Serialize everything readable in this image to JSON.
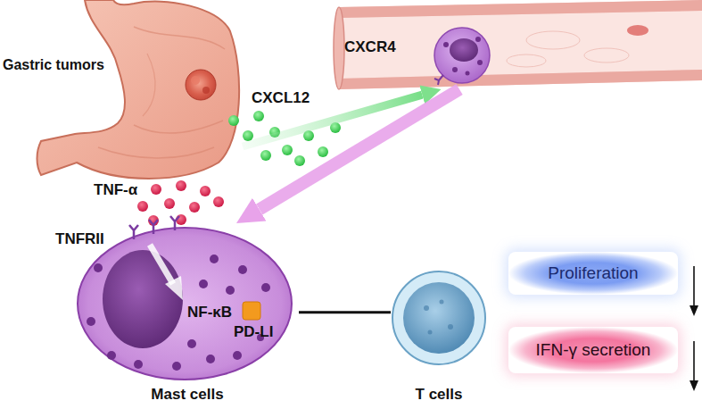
{
  "diagram": {
    "nodes": [
      {
        "text": [
          "Gastric tumors"
        ]
      },
      {
        "text": [
          "CXCR4"
        ]
      },
      {
        "text": [
          "Mast cells",
          "NF-κB",
          "PD-LI"
        ]
      },
      {
        "text": [
          "T cells"
        ]
      },
      {
        "text": [
          "Proliferation"
        ]
      },
      {
        "text": [
          "IFN-γ secretion"
        ]
      }
    ],
    "edges": [
      {
        "from": 0,
        "to": 1,
        "arrow": "to"
      },
      {
        "from": 1,
        "to": 2,
        "arrow": "to"
      },
      {
        "from": 2,
        "to": 3,
        "arrow": "to"
      }
    ],
    "labels": [
      "CXCL12",
      "TNF-α",
      "TNFRII"
    ]
  }
}
